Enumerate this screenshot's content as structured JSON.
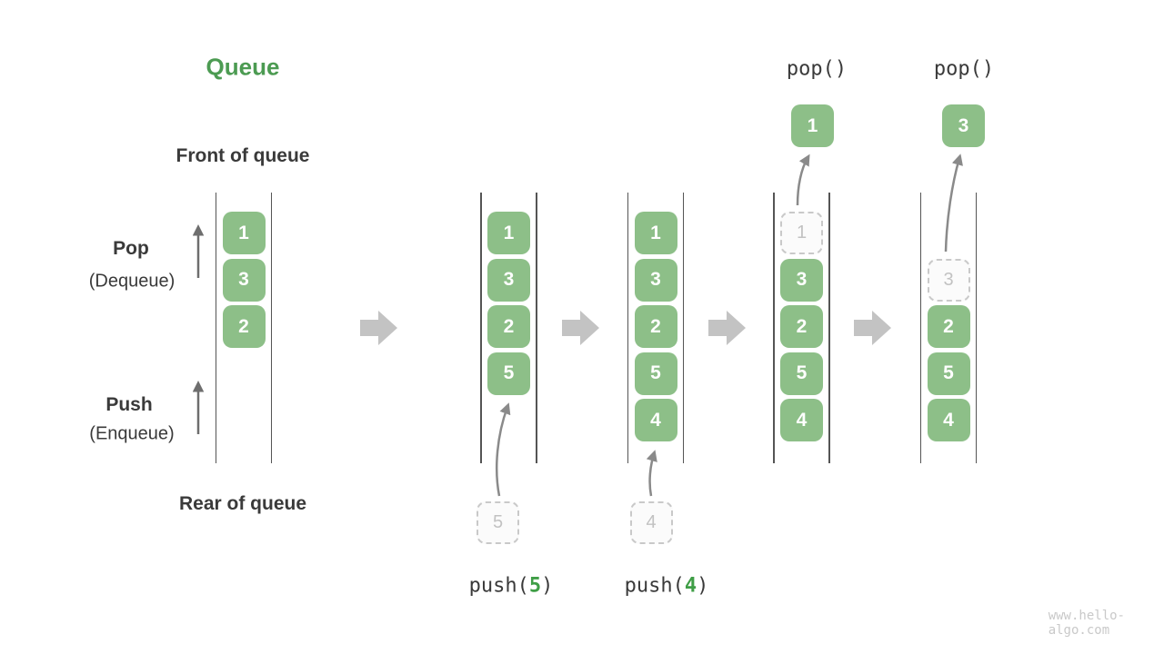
{
  "title": "Queue",
  "watermark": "www.hello-algo.com",
  "labels": {
    "front": "Front of queue",
    "rear": "Rear of queue",
    "pop": "Pop",
    "pop_sub": "(Dequeue)",
    "push": "Push",
    "push_sub": "(Enqueue)"
  },
  "colors": {
    "box_green": "#8dbf88",
    "box_text": "#ffffff",
    "green_title": "#4c9b52",
    "green_arg": "#3f9e46",
    "text_dark": "#3a3a3a",
    "ghost_border": "#c9c9c9",
    "ghost_text": "#c2c2c2",
    "ghost_bg": "#fbfbfb",
    "rail": "#555555",
    "block_arrow": "#c3c3c3",
    "thin_arrow": "#8a8a8a",
    "thin_arrow_dark": "#6e6e6e",
    "watermark": "#c9c9c9"
  },
  "states": [
    {
      "items": [
        {
          "value": "1",
          "slot": 0
        },
        {
          "value": "3",
          "slot": 1
        },
        {
          "value": "2",
          "slot": 2
        }
      ]
    },
    {
      "items": [
        {
          "value": "1",
          "slot": 0
        },
        {
          "value": "3",
          "slot": 1
        },
        {
          "value": "2",
          "slot": 2
        },
        {
          "value": "5",
          "slot": 3
        }
      ],
      "staged": {
        "value": "5"
      },
      "operation": {
        "prefix": "push(",
        "arg": "5",
        "suffix": ")"
      }
    },
    {
      "items": [
        {
          "value": "1",
          "slot": 0
        },
        {
          "value": "3",
          "slot": 1
        },
        {
          "value": "2",
          "slot": 2
        },
        {
          "value": "5",
          "slot": 3
        },
        {
          "value": "4",
          "slot": 4
        }
      ],
      "staged": {
        "value": "4"
      },
      "operation": {
        "prefix": "push(",
        "arg": "4",
        "suffix": ")"
      }
    },
    {
      "items": [
        {
          "value": "1",
          "slot": 0,
          "ghost": true
        },
        {
          "value": "3",
          "slot": 1
        },
        {
          "value": "2",
          "slot": 2
        },
        {
          "value": "5",
          "slot": 3
        },
        {
          "value": "4",
          "slot": 4
        }
      ],
      "popped": {
        "value": "1"
      },
      "operation_label": "pop()"
    },
    {
      "items": [
        {
          "value": "3",
          "slot": 1,
          "ghost": true
        },
        {
          "value": "2",
          "slot": 2
        },
        {
          "value": "5",
          "slot": 3
        },
        {
          "value": "4",
          "slot": 4
        }
      ],
      "popped": {
        "value": "3"
      },
      "operation_label": "pop()"
    }
  ]
}
